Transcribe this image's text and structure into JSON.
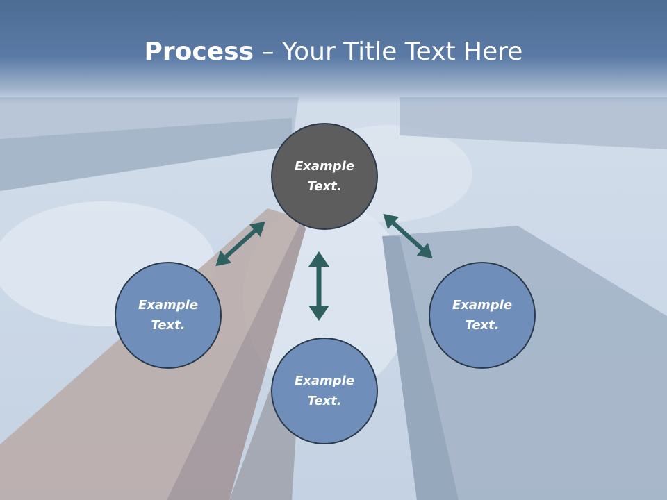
{
  "title": {
    "bold": "Process",
    "rest": " – Your Title Text Here"
  },
  "colors": {
    "title_bar": "#4d6c94",
    "node_blue": "#6f8fba",
    "node_gray": "#5d5d5d",
    "arrow": "#2e6060"
  },
  "nodes": {
    "top": "Example\nText.",
    "left": "Example\nText.",
    "right": "Example\nText.",
    "bottom": "Example\nText."
  }
}
